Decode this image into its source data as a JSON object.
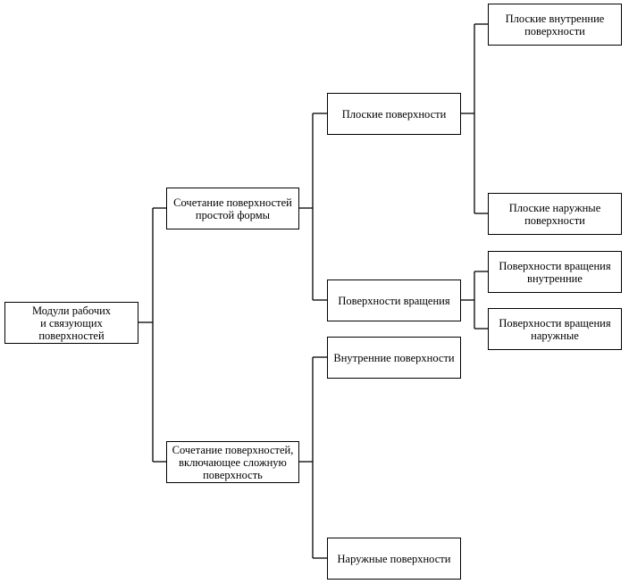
{
  "nodes": {
    "root": "Модули рабочих\nи связующих\nповерхностей",
    "simple": "Сочетание поверхностей\nпростой формы",
    "complex": "Сочетание поверхностей,\nвключающее сложную\nповерхность",
    "flat": "Плоские поверхности",
    "rotation": "Поверхности вращения",
    "inner": "Внутренние поверхности",
    "outer": "Наружные поверхности",
    "flat_inner": "Плоские внутренние\nповерхности",
    "flat_outer": "Плоские наружные\nповерхности",
    "rot_inner": "Поверхности вращения\nвнутренние",
    "rot_outer": "Поверхности вращения\nнаружные"
  }
}
